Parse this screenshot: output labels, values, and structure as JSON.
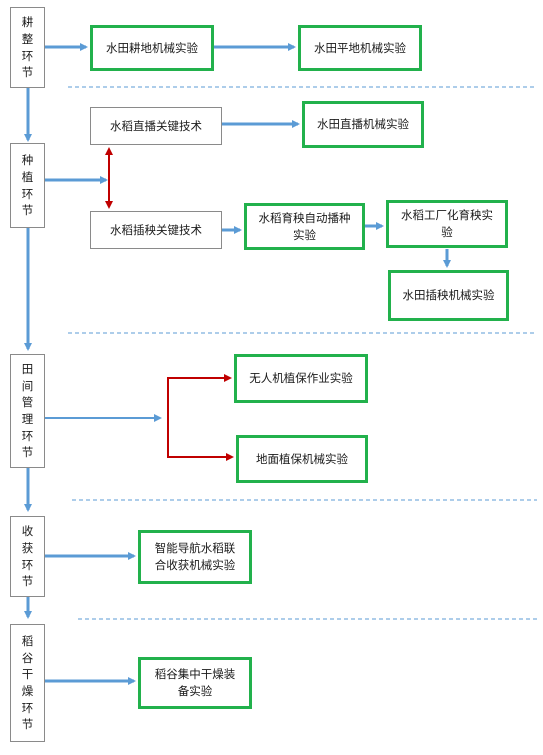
{
  "stages": [
    {
      "id": "s1",
      "label": "耕\n整\n环\n节"
    },
    {
      "id": "s2",
      "label": "种\n植\n环\n节"
    },
    {
      "id": "s3",
      "label": "田\n间\n管\n理\n环\n节"
    },
    {
      "id": "s4",
      "label": "收\n获\n环\n节"
    },
    {
      "id": "s5",
      "label": "稻\n谷\n干\n燥\n环\n节"
    }
  ],
  "boxes": {
    "paddy_tillage": "水田耕地机械实验",
    "paddy_leveling": "水田平地机械实验",
    "direct_seeding_tech": "水稻直播关键技术",
    "paddy_direct_seeding": "水田直播机械实验",
    "transplant_tech": "水稻插秧关键技术",
    "auto_sowing": "水稻育秧自动播种\n实验",
    "factory_seedling": "水稻工厂化育秧实\n验",
    "paddy_transplanting": "水田插秧机械实验",
    "uav_protection": "无人机植保作业实验",
    "ground_protection": "地面植保机械实验",
    "smart_harvest": "智能导航水稻联\n合收获机械实验",
    "grain_drying": "稻谷集中干燥装\n备实验"
  },
  "colors": {
    "arrow": "#5b9bd5",
    "double_arrow": "#c00000",
    "green_border": "#22b14c",
    "divider": "#5b9bd5"
  }
}
